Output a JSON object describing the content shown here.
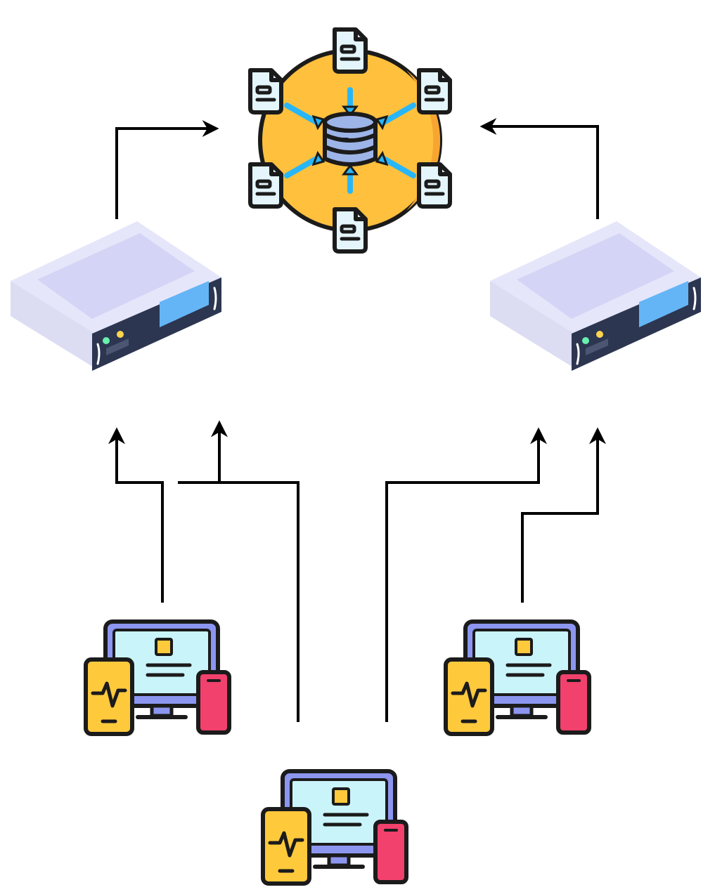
{
  "diagram": {
    "nodes": [
      {
        "id": "database-hub",
        "kind": "database-hub",
        "icon": "database-hub-icon"
      },
      {
        "id": "server-left",
        "kind": "server",
        "icon": "server-rack-icon"
      },
      {
        "id": "server-right",
        "kind": "server",
        "icon": "server-rack-icon"
      },
      {
        "id": "devices-left",
        "kind": "client-devices",
        "icon": "devices-icon"
      },
      {
        "id": "devices-right",
        "kind": "client-devices",
        "icon": "devices-icon"
      },
      {
        "id": "devices-bottom",
        "kind": "client-devices",
        "icon": "devices-icon"
      }
    ],
    "edges": [
      {
        "from": "server-left",
        "to": "database-hub"
      },
      {
        "from": "server-right",
        "to": "database-hub"
      },
      {
        "from": "devices-left",
        "to": "server-left"
      },
      {
        "from": "devices-bottom",
        "to": "server-left"
      },
      {
        "from": "devices-bottom",
        "to": "server-right"
      },
      {
        "from": "devices-right",
        "to": "server-right"
      }
    ],
    "colors": {
      "hub": "#FFC03D",
      "hub_shade": "#F7A531",
      "document": "#E4F5FB",
      "arrow_blue": "#29B6F6",
      "database": "#9DB4E8",
      "server_top": "#E6E6FA",
      "server_panel": "#D4D4F6",
      "server_front": "#2C3650",
      "server_screen": "#64B5F6",
      "led_green": "#69F0AE",
      "led_amber": "#FFD54F",
      "monitor_frame": "#8C96F0",
      "monitor_screen": "#C9F4FA",
      "card_yellow": "#FFC93C",
      "phone_pink": "#F1416C",
      "outline": "#1B1B1B",
      "connector": "#000000"
    }
  }
}
